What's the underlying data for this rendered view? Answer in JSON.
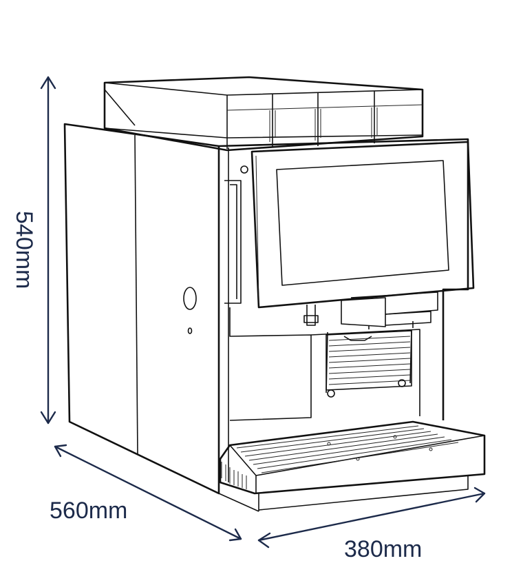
{
  "dimensions": {
    "height_label": "540mm",
    "depth_label": "560mm",
    "width_label": "380mm"
  },
  "colors": {
    "dimension_color": "#1c2a4a",
    "outline_color": "#111111",
    "background": "#ffffff"
  }
}
